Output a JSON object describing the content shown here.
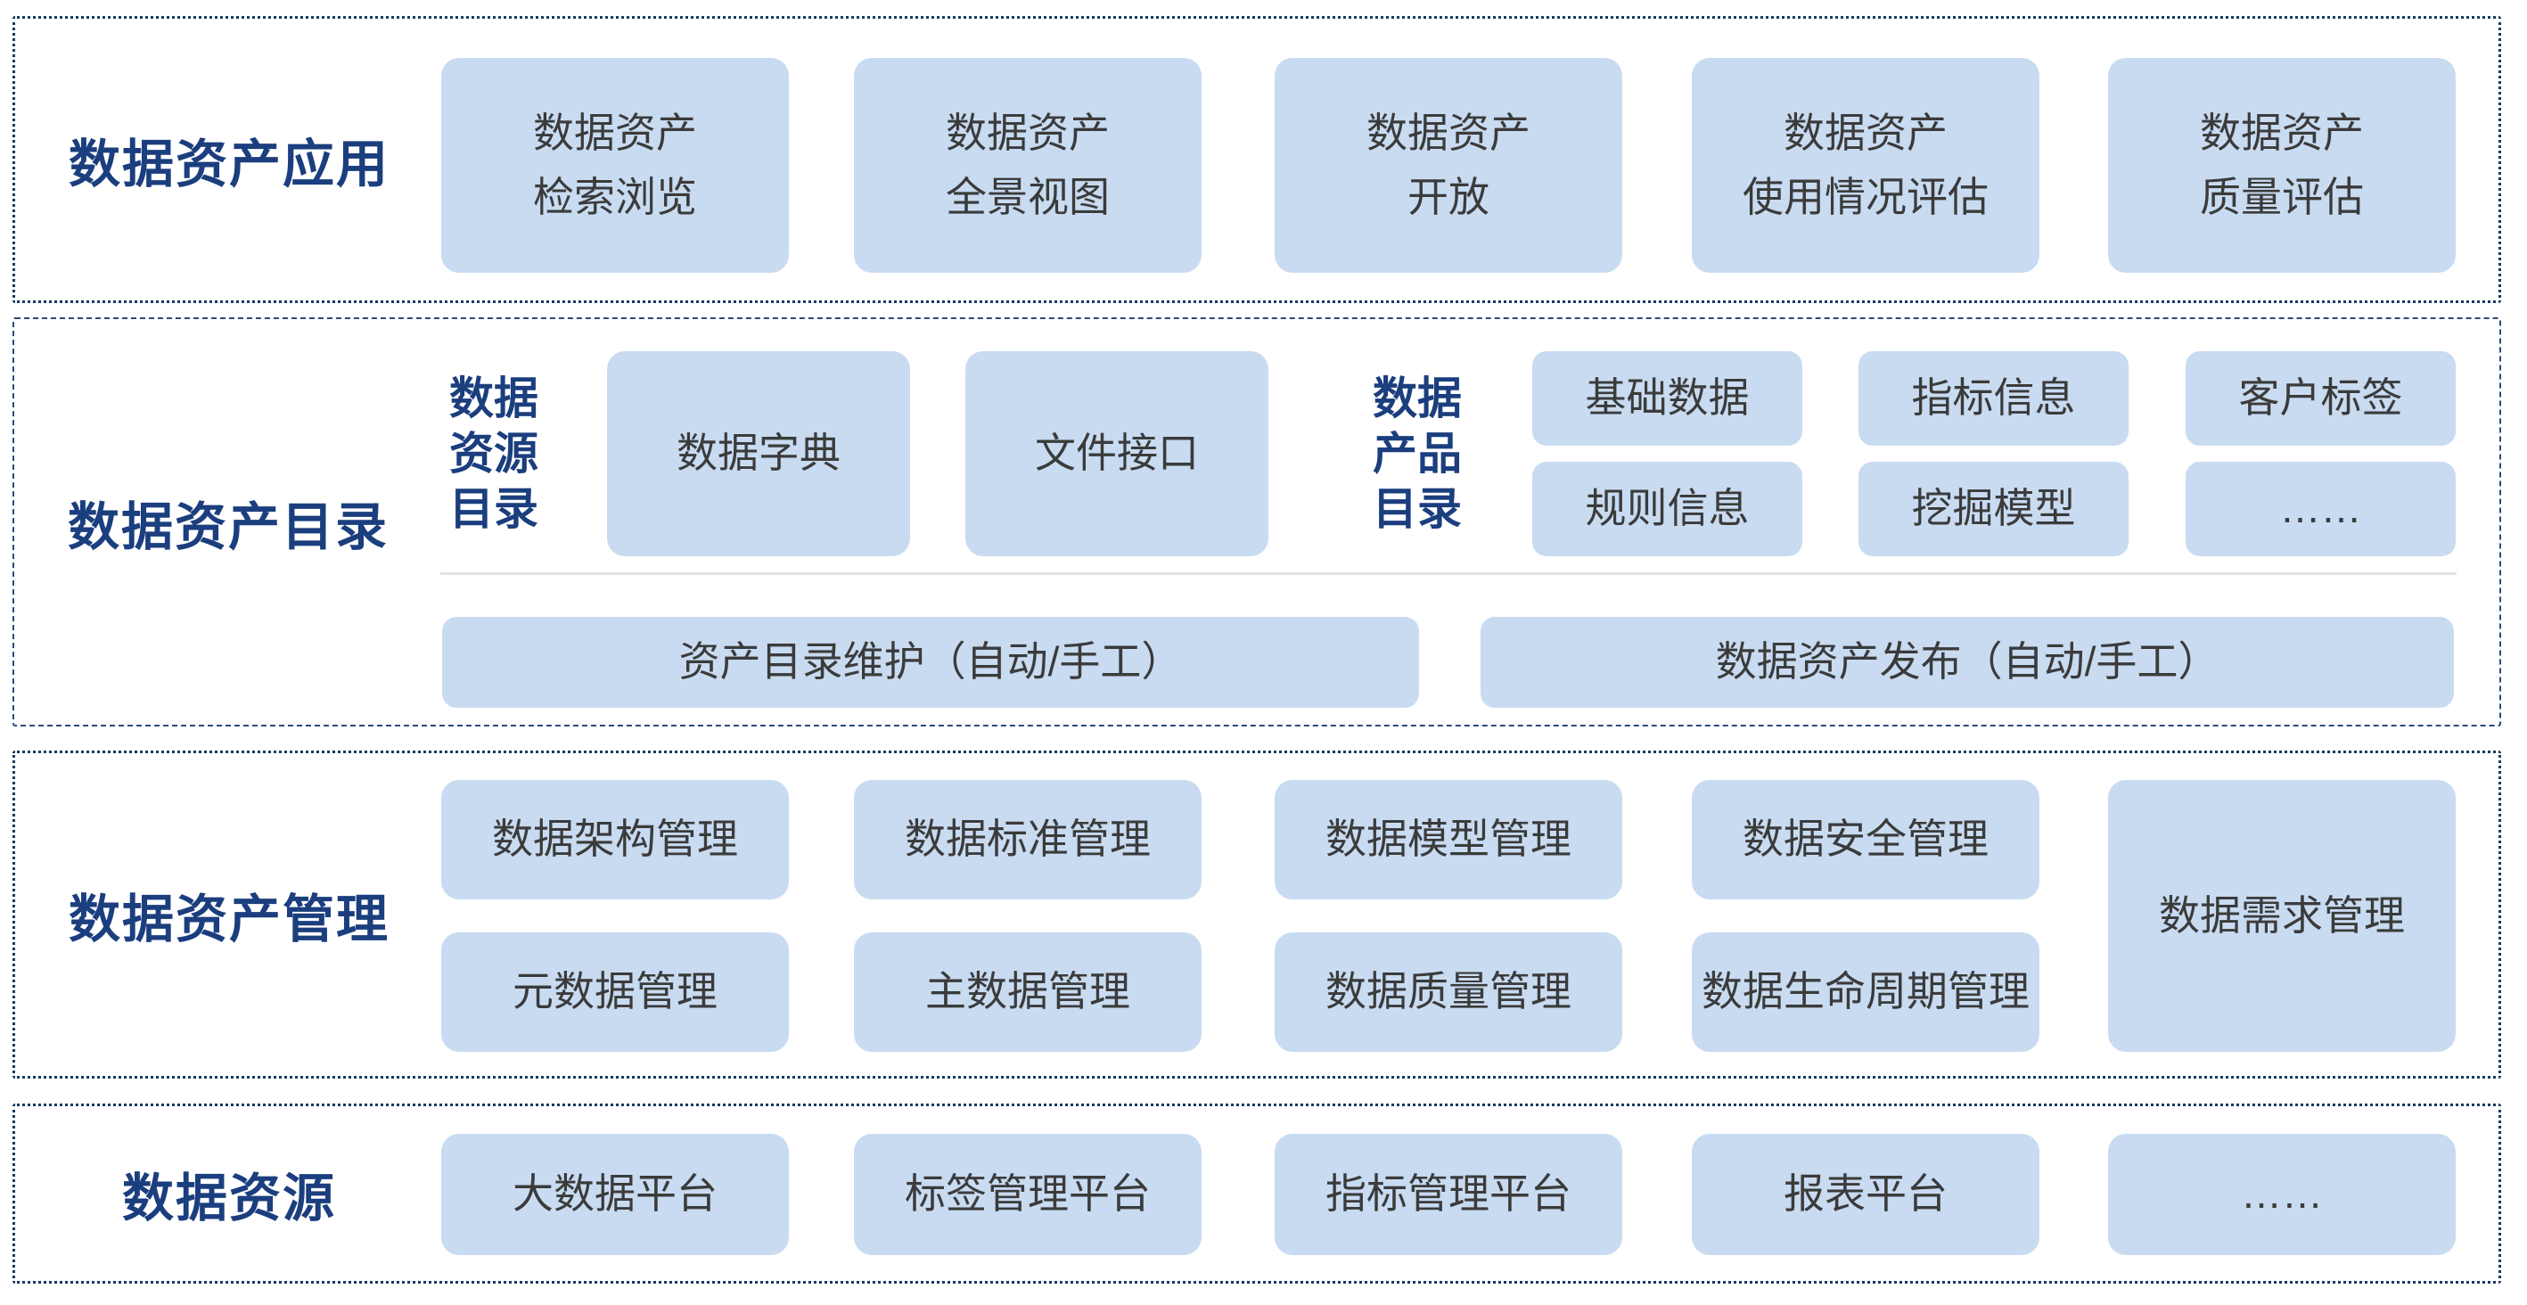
{
  "colors": {
    "box_fill": "#c8dbf1",
    "box_text": "#3b3b3b",
    "title_text": "#1b3e7e",
    "band_border": "#163a60",
    "divider": "#e3e3e3",
    "background": "#ffffff"
  },
  "bands": {
    "app": {
      "title": "数据资产应用",
      "boxes": [
        "数据资产\n检索浏览",
        "数据资产\n全景视图",
        "数据资产\n开放",
        "数据资产\n使用情况评估",
        "数据资产\n质量评估"
      ]
    },
    "catalog": {
      "title": "数据资产目录",
      "resource_label": "数据\n资源\n目录",
      "resource_boxes": [
        "数据字典",
        "文件接口"
      ],
      "product_label": "数据\n产品\n目录",
      "product_boxes": [
        "基础数据",
        "指标信息",
        "客户标签",
        "规则信息",
        "挖掘模型",
        "……"
      ],
      "maintain_label": "资产目录维护（自动/手工）",
      "publish_label": "数据资产发布（自动/手工）"
    },
    "management": {
      "title": "数据资产管理",
      "row1": [
        "数据架构管理",
        "数据标准管理",
        "数据模型管理",
        "数据安全管理"
      ],
      "row2": [
        "元数据管理",
        "主数据管理",
        "数据质量管理",
        "数据生命周期管理"
      ],
      "tall_box": "数据需求管理"
    },
    "resources": {
      "title": "数据资源",
      "boxes": [
        "大数据平台",
        "标签管理平台",
        "指标管理平台",
        "报表平台",
        "……"
      ]
    }
  }
}
